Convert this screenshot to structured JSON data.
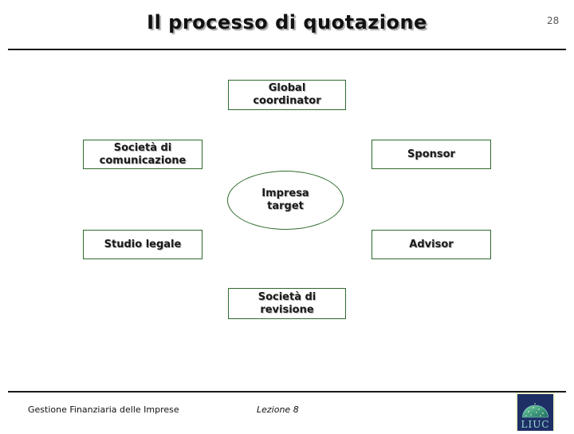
{
  "slide": {
    "title": "Il processo di quotazione",
    "page_number": "28"
  },
  "diagram": {
    "global_coordinator": {
      "lines": [
        "Global",
        "coordinator"
      ]
    },
    "societa_comunicazione": {
      "lines": [
        "Società di",
        "comunicazione"
      ]
    },
    "sponsor": {
      "lines": [
        "Sponsor"
      ]
    },
    "impresa_target": {
      "lines": [
        "Impresa",
        "target"
      ]
    },
    "studio_legale": {
      "lines": [
        "Studio legale"
      ]
    },
    "advisor": {
      "lines": [
        "Advisor"
      ]
    },
    "societa_revisione": {
      "lines": [
        "Società di",
        "revisione"
      ]
    }
  },
  "footer": {
    "course": "Gestione Finanziaria delle Imprese",
    "lesson": "Lezione 8",
    "logo_text": "LIUC"
  },
  "colors": {
    "node_border_green": "#2e6b2e",
    "title_text": "#111111",
    "page_number_gray": "#595959",
    "logo_navy": "#1e2f66",
    "logo_frame": "#edf3cc",
    "logo_dome_light": "#7ed3a8",
    "logo_dome_dark": "#1f6e5e",
    "logo_letters": "#9adbd6"
  }
}
